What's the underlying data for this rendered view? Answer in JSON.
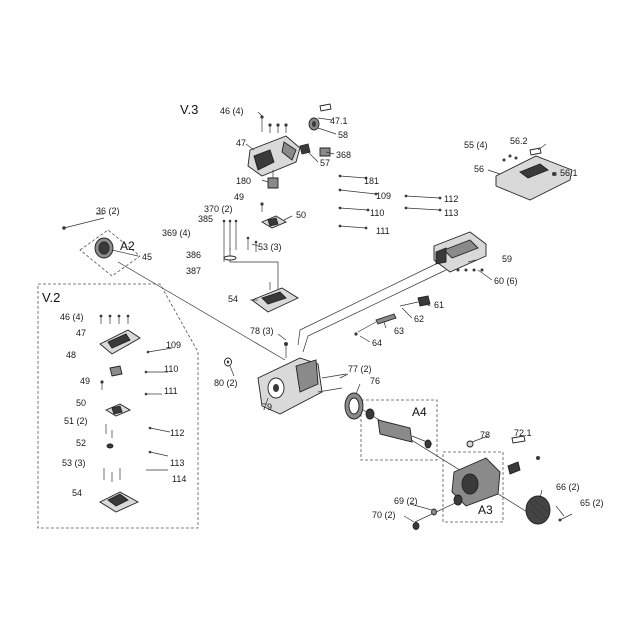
{
  "sections": {
    "v3": "V.3",
    "v2": "V.2",
    "a2": "A2",
    "a3": "A3",
    "a4": "A4"
  },
  "labels": {
    "p46_4_top": "46 (4)",
    "p47_1": "47.1",
    "p47_top": "47",
    "p58": "58",
    "p368": "368",
    "p57": "57",
    "p180": "180",
    "p49_top": "49",
    "p370_2": "370 (2)",
    "p385": "385",
    "p369_4": "369 (4)",
    "p386": "386",
    "p387": "387",
    "p50_top": "50",
    "p53_3_top": "53 (3)",
    "p54_top": "54",
    "p181": "181",
    "p109_top": "109",
    "p110_top": "110",
    "p111_top": "111",
    "p112_top": "112",
    "p113_top": "113",
    "p55_4": "55 (4)",
    "p56_2": "56.2",
    "p56": "56",
    "p56_1": "56.1",
    "p59": "59",
    "p60_6": "60 (6)",
    "p61": "61",
    "p62": "62",
    "p63": "63",
    "p64": "64",
    "p36_2": "36 (2)",
    "p45": "45",
    "p78_3": "78 (3)",
    "p80_2": "80 (2)",
    "p79": "79",
    "p77_2": "77 (2)",
    "p76": "76",
    "p78": "78",
    "p72_1": "72.1",
    "p66_2": "66 (2)",
    "p65_2": "65 (2)",
    "p69_2": "69 (2)",
    "p70_2": "70 (2)",
    "v2_46_4": "46 (4)",
    "v2_47": "47",
    "v2_48": "48",
    "v2_49": "49",
    "v2_50": "50",
    "v2_51_2": "51 (2)",
    "v2_52": "52",
    "v2_53_3": "53 (3)",
    "v2_54": "54",
    "v2_109": "109",
    "v2_110": "110",
    "v2_111": "111",
    "v2_112": "112",
    "v2_113": "113",
    "v2_114": "114"
  }
}
